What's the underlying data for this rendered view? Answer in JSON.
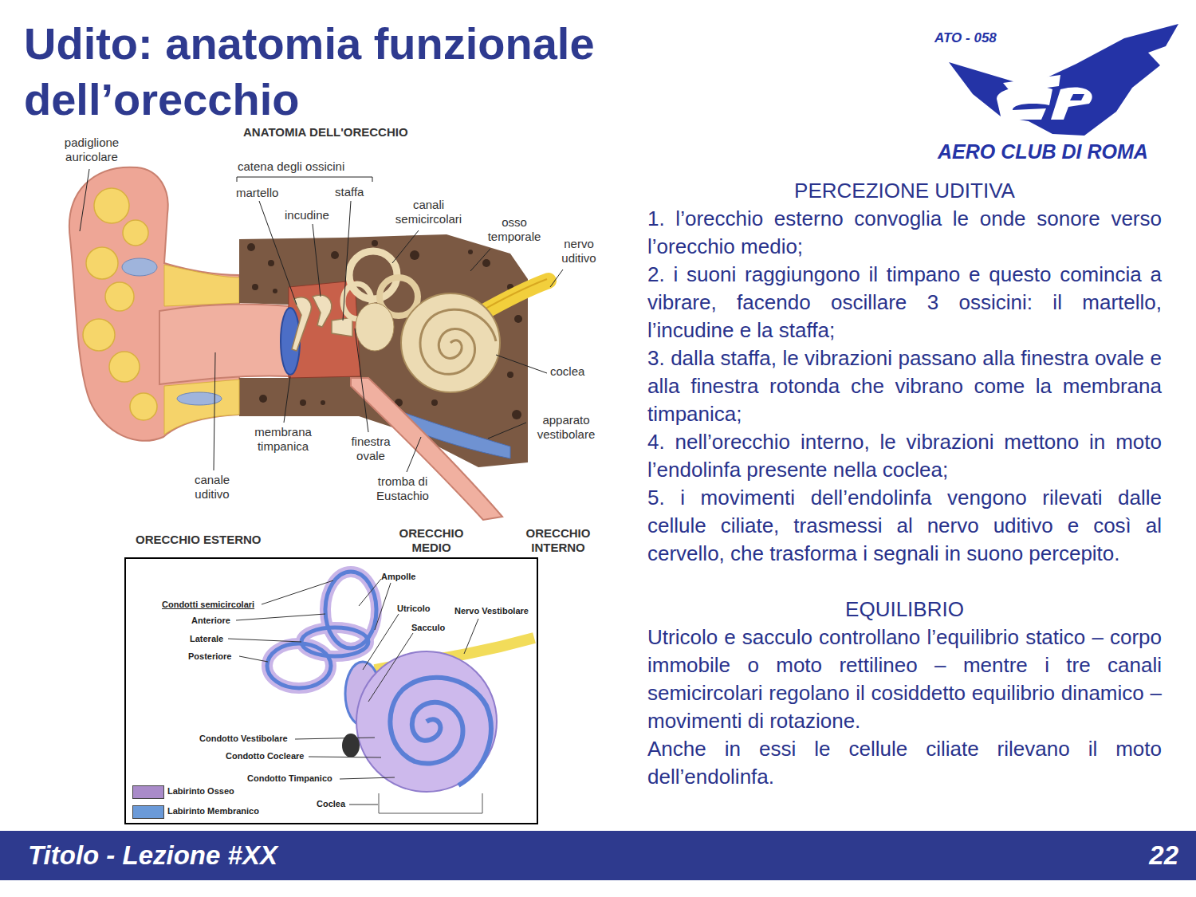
{
  "diagram": {
    "title": "Udito: anatomia funzionale dell’orecchio",
    "nodes": [
      {
        "text": [
          "Titolo - Lezione #XX",
          "22"
        ]
      }
    ],
    "labels": [
      "ATO - 058",
      "AERO CLUB DI ROMA",
      "ANATOMIA DELL'ORECCHIO",
      "padiglione auricolare",
      "catena degli ossicini",
      "martello",
      "staffa",
      "incudine",
      "canali semicircolari",
      "osso temporale",
      "nervo uditivo",
      "coclea",
      "apparato vestibolare",
      "membrana timpanica",
      "finestra ovale",
      "canale uditivo",
      "tromba di Eustachio",
      "ORECCHIO ESTERNO",
      "ORECCHIO MEDIO",
      "ORECCHIO INTERNO",
      "Ampolle",
      "Condotti semicircolari",
      "Anteriore",
      "Utricolo",
      "Nervo Vestibolare",
      "Sacculo",
      "Laterale",
      "Posteriore",
      "Condotto Vestibolare",
      "Condotto Cocleare",
      "Condotto Timpanico",
      "Coclea",
      "PERCEZIONE UDITIVA",
      "1. l’orecchio esterno convoglia le onde sonore verso l’orecchio medio;",
      "2. i suoni raggiungono il timpano e questo comincia a vibrare, facendo oscillare 3 ossicini: il martello, l’incudine e la staffa;",
      "3. dalla staffa, le vibrazioni passano alla finestra ovale e alla finestra rotonda che vibrano come la membrana timpanica;",
      "4. nell’orecchio interno, le vibrazioni mettono in moto l’endolinfa presente nella coclea;",
      "5. i movimenti dell’endolinfa vengono rilevati dalle cellule ciliate, trasmessi al nervo uditivo e così al cervello, che trasforma i segnali in suono percepito.",
      "EQUILIBRIO",
      "Utricolo e sacculo controllano l’equilibrio statico – corpo immobile o moto rettilineo – mentre i tre canali semicircolari regolano il cosiddetto equilibrio dinamico – movimenti di rotazione.",
      "Anche in essi le cellule ciliate rilevano il moto dell’endolinfa."
    ],
    "legend": [
      {
        "text": "Labirinto Osseo",
        "color": "#a98bc9"
      },
      {
        "text": "Labirinto Membranico",
        "color": "#6b9ad8"
      }
    ]
  }
}
